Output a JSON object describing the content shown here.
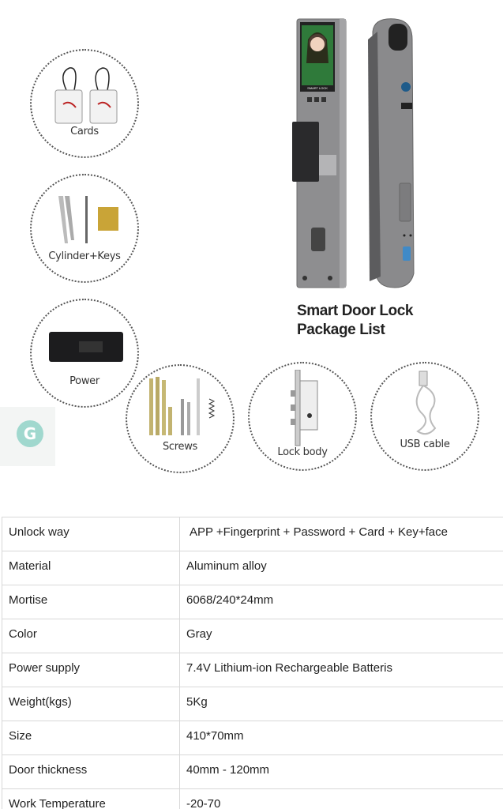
{
  "package": {
    "title_line1": "Smart Door Lock",
    "title_line2": "Package List",
    "screen_text": "SMART LOCK",
    "items": [
      {
        "label": "Cards"
      },
      {
        "label": "Cylinder+Keys"
      },
      {
        "label": "Power"
      },
      {
        "label": "Screws"
      },
      {
        "label": "Lock body"
      },
      {
        "label": "USB cable"
      }
    ]
  },
  "specs": [
    {
      "key": "Unlock way",
      "value": "APP +Fingerprint + Password + Card + Key+face"
    },
    {
      "key": "Material",
      "value": "Aluminum alloy"
    },
    {
      "key": "Mortise",
      "value": "6068/240*24mm"
    },
    {
      "key": "Color",
      "value": "Gray"
    },
    {
      "key": "Power supply",
      "value": "7.4V Lithium-ion Rechargeable Batteris"
    },
    {
      "key": "Weight(kgs)",
      "value": "5Kg"
    },
    {
      "key": "Size",
      "value": "410*70mm"
    },
    {
      "key": "Door thickness",
      "value": "40mm - 120mm"
    },
    {
      "key": "Work Temperature",
      "value": "-20-70"
    }
  ],
  "colors": {
    "lock_body": "#8a8a8c",
    "border": "#d8d8d8",
    "logo": "#5bbfae"
  }
}
